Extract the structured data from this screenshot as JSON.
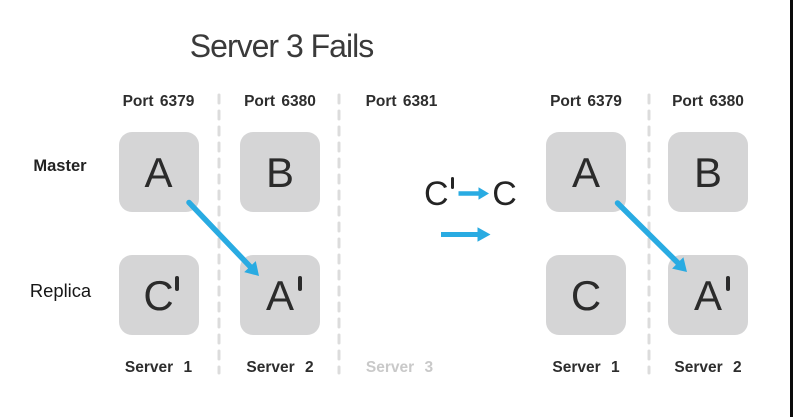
{
  "title": "Server 3 Fails",
  "colors": {
    "background": "#ffffff",
    "accent_blue": "#29abe2",
    "node_fill": "#d5d5d6",
    "separator_gray": "#dcdcdc",
    "text_dark": "#2b2b2b",
    "dim_gray": "#c9c9c9"
  },
  "row_labels": {
    "master": "Master",
    "replica": "Replica"
  },
  "left_group": {
    "col1": {
      "port": "Port 6379",
      "server": "Server 1",
      "top_letter": "A",
      "bottom_letter": "C",
      "bottom_primed": true
    },
    "col2": {
      "port": "Port 6380",
      "server": "Server 2",
      "top_letter": "B",
      "bottom_letter": "A",
      "bottom_primed": true
    }
  },
  "middle_column": {
    "port": "Port 6381",
    "server": "Server 3",
    "dimmed": true,
    "annotation": {
      "from_letter": "C",
      "from_primed": true,
      "to_letter": "C"
    }
  },
  "right_group": {
    "col1": {
      "port": "Port 6379",
      "server": "Server 1",
      "top_letter": "A",
      "bottom_letter": "C",
      "bottom_primed": false
    },
    "col2": {
      "port": "Port 6380",
      "server": "Server 2",
      "top_letter": "B",
      "bottom_letter": "A",
      "bottom_primed": true
    }
  }
}
